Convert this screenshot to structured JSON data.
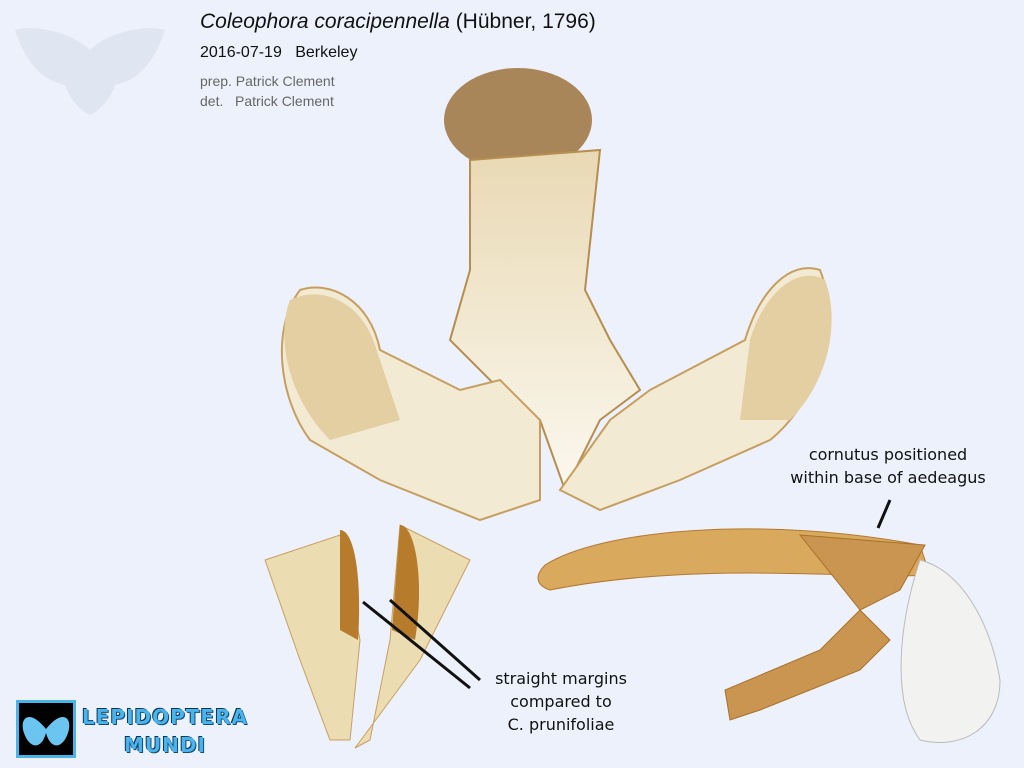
{
  "header": {
    "species": "Coleophora coracipennella",
    "author": "(Hübner, 1796)",
    "date": "2016-07-19",
    "locality": "Berkeley",
    "prep": "prep. Patrick Clement",
    "det": "det.   Patrick Clement"
  },
  "annotations": {
    "cornutus": [
      "cornutus positioned",
      "within base of aedeagus"
    ],
    "margins": [
      "straight margins",
      "compared to",
      "C. prunifoliae"
    ]
  },
  "logo": {
    "line1": "Lepidoptera",
    "line2": "Mundi"
  },
  "colors": {
    "background": "#edf1fb",
    "specimen": "#c9a268",
    "logo": "#49b4ea"
  }
}
